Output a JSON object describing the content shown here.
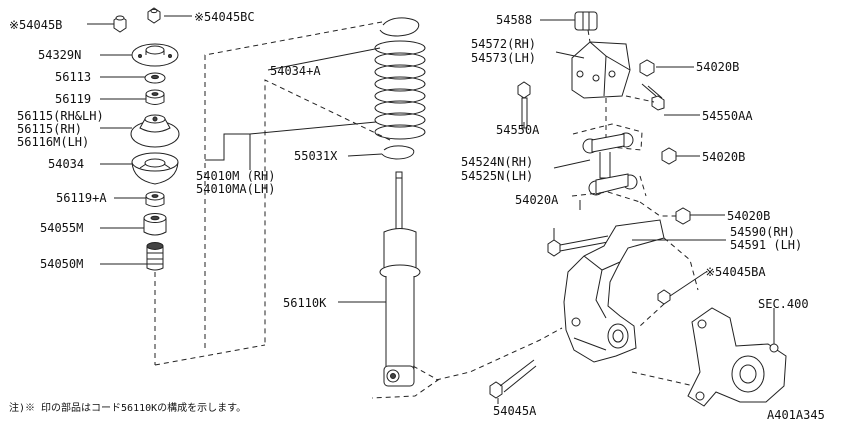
{
  "labels": {
    "p54045b": "※54045B",
    "p54045bc": "※54045BC",
    "p54329n": "54329N",
    "p56113": "56113",
    "p56119": "56119",
    "p56115_rhlh": "56115(RH&LH)",
    "p56115_rh": "56115(RH)",
    "p56116m_lh": "56116M(LH)",
    "p54034": "54034",
    "p56119a": "56119+A",
    "p54055m": "54055M",
    "p54050m": "54050M",
    "p54034a": "54034+A",
    "p55031x": "55031X",
    "p54010m_rh": "54010M (RH)",
    "p54010ma_lh": "54010MA(LH)",
    "p56110k": "56110K",
    "p54588": "54588",
    "p54572_rh": "54572(RH)",
    "p54573_lh": "54573(LH)",
    "p54020b_1": "54020B",
    "p54550a": "54550A",
    "p54550aa": "54550AA",
    "p54020b_2": "54020B",
    "p54524n_rh": "54524N(RH)",
    "p54525n_lh": "54525N(LH)",
    "p54020a": "54020A",
    "p54020b_3": "54020B",
    "p54590_rh": "54590(RH)",
    "p54591_lh": "54591 (LH)",
    "p54045ba": "※54045BA",
    "sec400": "SEC.400",
    "p54045a": "54045A"
  },
  "footnote": "注)※ 印の部品はコード56110Kの構成を示します。",
  "figure_id": "A401A345"
}
